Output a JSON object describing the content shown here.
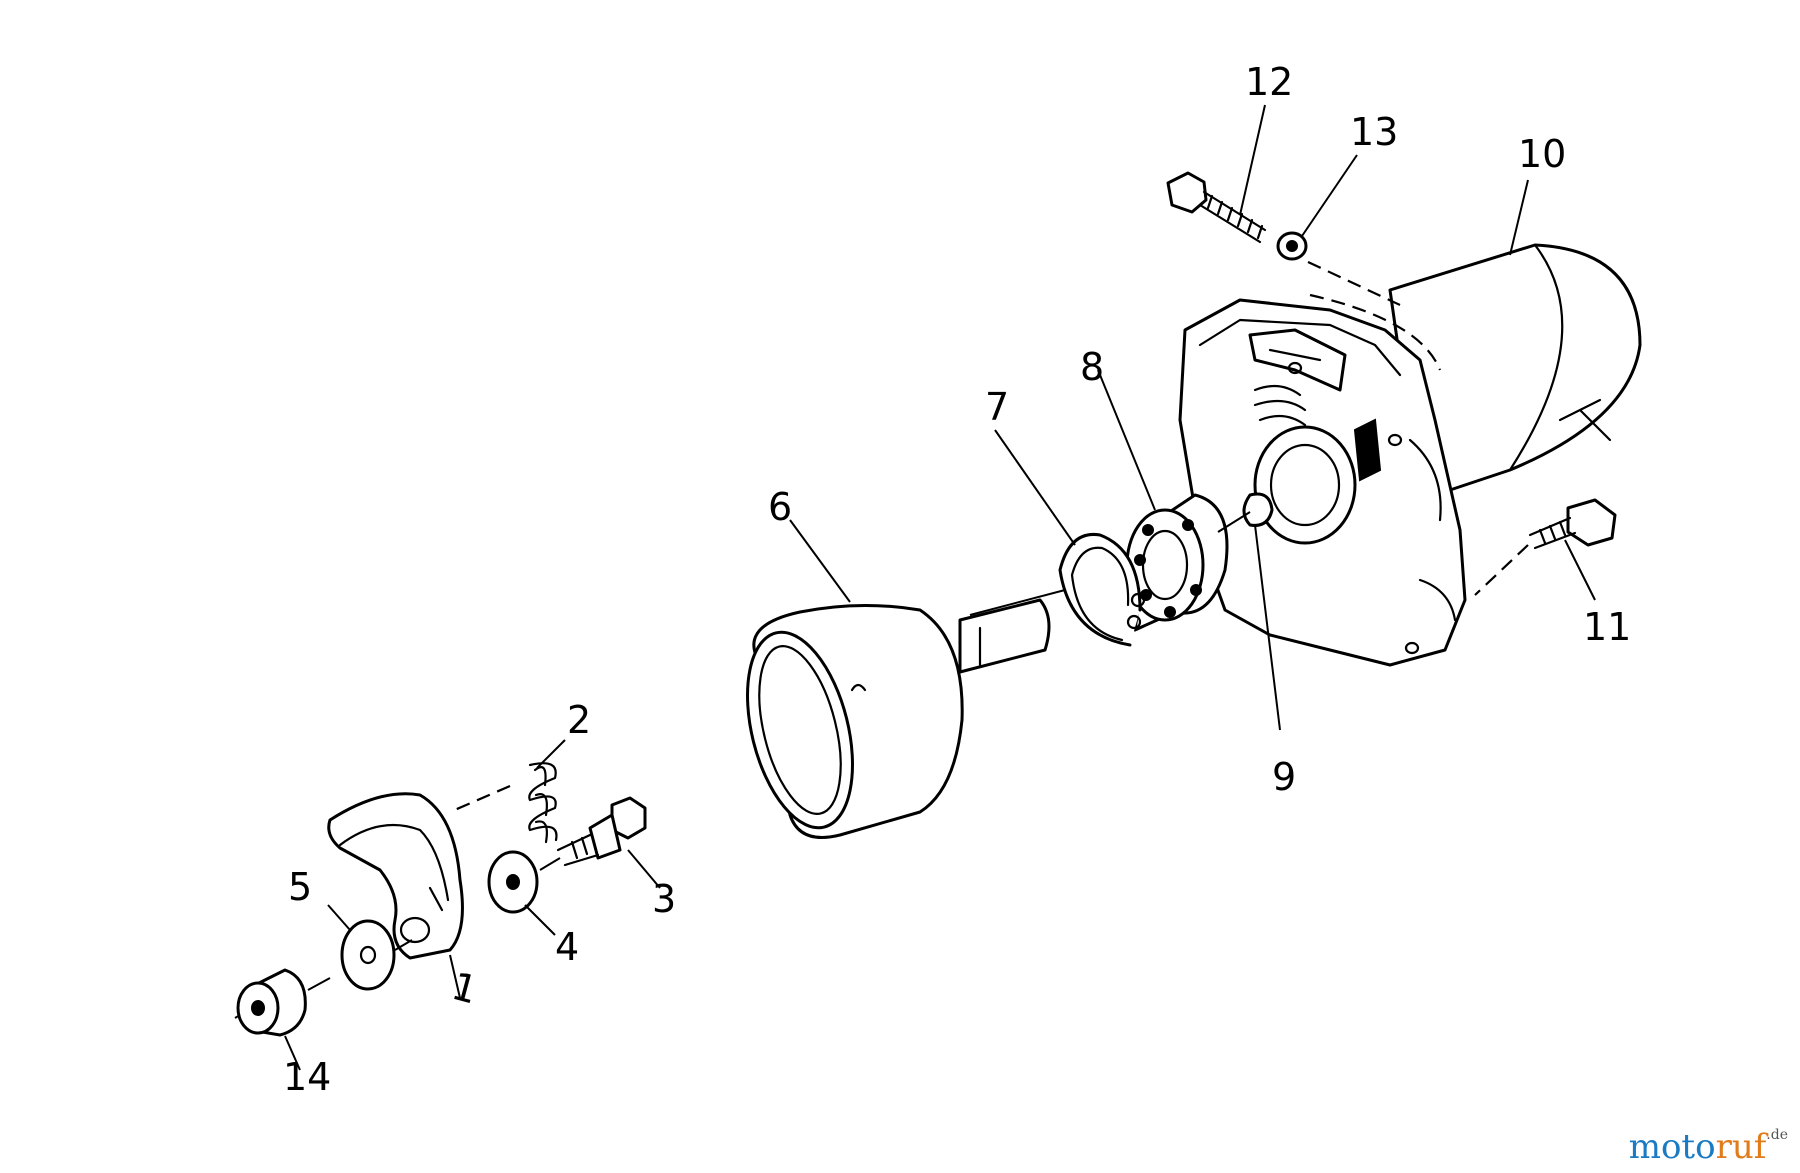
{
  "callouts": {
    "p1": "1",
    "p2": "2",
    "p3": "3",
    "p4": "4",
    "p5": "5",
    "p6": "6",
    "p7": "7",
    "p8": "8",
    "p9": "9",
    "p10": "10",
    "p11": "11",
    "p12": "12",
    "p13": "13",
    "p14": "14"
  },
  "watermark": {
    "part1": "moto",
    "part2": "ruf",
    "part3": ".de"
  }
}
